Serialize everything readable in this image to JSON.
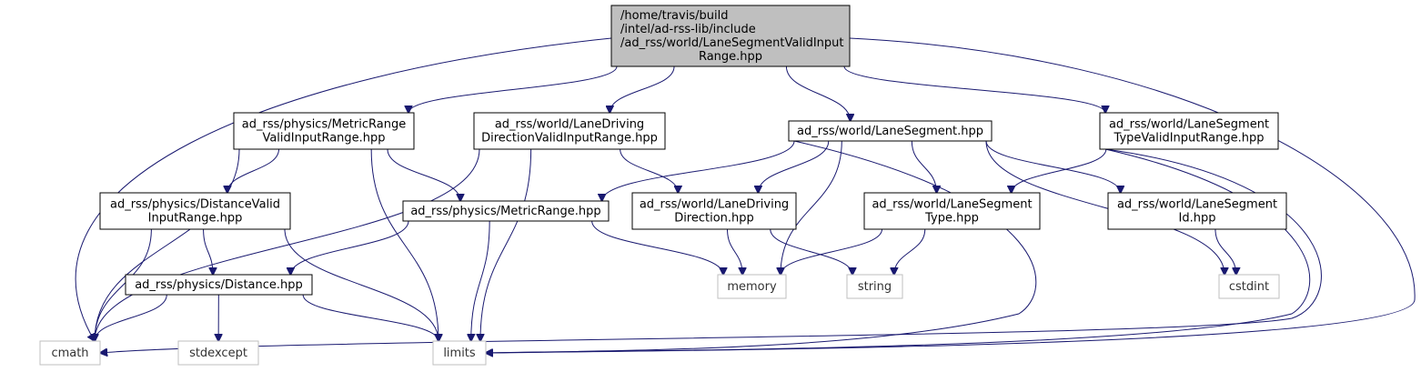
{
  "colors": {
    "root_fill": "#bfbfbf",
    "header_fill": "#ffffff",
    "header_stroke": "#000000",
    "system_stroke": "#bfbfbf",
    "edge": "#191970"
  },
  "nodes": [
    {
      "id": "root",
      "kind": "root",
      "lines": [
        "/home/travis/build",
        "/intel/ad-rss-lib/include",
        "/ad_rss/world/LaneSegmentValidInput",
        "Range.hpp"
      ]
    },
    {
      "id": "metricrange-valid",
      "kind": "header",
      "lines": [
        "ad_rss/physics/MetricRange",
        "ValidInputRange.hpp"
      ]
    },
    {
      "id": "lanedrivingdirection-valid",
      "kind": "header",
      "lines": [
        "ad_rss/world/LaneDriving",
        "DirectionValidInputRange.hpp"
      ]
    },
    {
      "id": "lanesegment",
      "kind": "header",
      "lines": [
        "ad_rss/world/LaneSegment.hpp"
      ]
    },
    {
      "id": "lanesegmenttype-valid",
      "kind": "header",
      "lines": [
        "ad_rss/world/LaneSegment",
        "TypeValidInputRange.hpp"
      ]
    },
    {
      "id": "distance-valid",
      "kind": "header",
      "lines": [
        "ad_rss/physics/DistanceValid",
        "InputRange.hpp"
      ]
    },
    {
      "id": "metricrange",
      "kind": "header",
      "lines": [
        "ad_rss/physics/MetricRange.hpp"
      ]
    },
    {
      "id": "lanedrivingdirection",
      "kind": "header",
      "lines": [
        "ad_rss/world/LaneDriving",
        "Direction.hpp"
      ]
    },
    {
      "id": "lanesegmenttype",
      "kind": "header",
      "lines": [
        "ad_rss/world/LaneSegment",
        "Type.hpp"
      ]
    },
    {
      "id": "lanesegmentid",
      "kind": "header",
      "lines": [
        "ad_rss/world/LaneSegment",
        "Id.hpp"
      ]
    },
    {
      "id": "distance",
      "kind": "header",
      "lines": [
        "ad_rss/physics/Distance.hpp"
      ]
    },
    {
      "id": "memory",
      "kind": "system",
      "lines": [
        "memory"
      ]
    },
    {
      "id": "string",
      "kind": "system",
      "lines": [
        "string"
      ]
    },
    {
      "id": "cstdint",
      "kind": "system",
      "lines": [
        "cstdint"
      ]
    },
    {
      "id": "cmath",
      "kind": "system",
      "lines": [
        "cmath"
      ]
    },
    {
      "id": "stdexcept",
      "kind": "system",
      "lines": [
        "stdexcept"
      ]
    },
    {
      "id": "limits",
      "kind": "system",
      "lines": [
        "limits"
      ]
    }
  ],
  "edges": [
    [
      "root",
      "cmath"
    ],
    [
      "root",
      "limits"
    ],
    [
      "root",
      "metricrange-valid"
    ],
    [
      "root",
      "lanedrivingdirection-valid"
    ],
    [
      "root",
      "lanesegment"
    ],
    [
      "root",
      "lanesegmenttype-valid"
    ],
    [
      "metricrange-valid",
      "cmath"
    ],
    [
      "metricrange-valid",
      "limits"
    ],
    [
      "metricrange-valid",
      "distance-valid"
    ],
    [
      "metricrange-valid",
      "metricrange"
    ],
    [
      "lanedrivingdirection-valid",
      "cmath"
    ],
    [
      "lanedrivingdirection-valid",
      "limits"
    ],
    [
      "lanedrivingdirection-valid",
      "lanedrivingdirection"
    ],
    [
      "lanesegment",
      "metricrange"
    ],
    [
      "lanesegment",
      "lanedrivingdirection"
    ],
    [
      "lanesegment",
      "memory"
    ],
    [
      "lanesegment",
      "lanesegmenttype"
    ],
    [
      "lanesegment",
      "lanesegmentid"
    ],
    [
      "lanesegment",
      "cstdint"
    ],
    [
      "lanesegment",
      "limits"
    ],
    [
      "lanesegmenttype-valid",
      "lanesegmenttype"
    ],
    [
      "lanesegmenttype-valid",
      "cmath"
    ],
    [
      "lanesegmenttype-valid",
      "limits"
    ],
    [
      "distance-valid",
      "distance"
    ],
    [
      "distance-valid",
      "cmath"
    ],
    [
      "distance-valid",
      "limits"
    ],
    [
      "metricrange",
      "distance"
    ],
    [
      "metricrange",
      "memory"
    ],
    [
      "metricrange",
      "limits"
    ],
    [
      "lanedrivingdirection",
      "memory"
    ],
    [
      "lanedrivingdirection",
      "string"
    ],
    [
      "lanesegmenttype",
      "memory"
    ],
    [
      "lanesegmenttype",
      "string"
    ],
    [
      "lanesegmentid",
      "cstdint"
    ],
    [
      "distance",
      "cmath"
    ],
    [
      "distance",
      "stdexcept"
    ],
    [
      "distance",
      "limits"
    ]
  ]
}
